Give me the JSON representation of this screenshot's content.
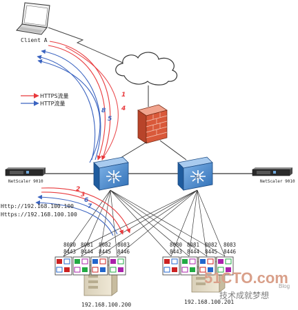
{
  "client": {
    "label": "Client A"
  },
  "legend": {
    "https": {
      "label": "HTTPS流量",
      "color": "#e8393c"
    },
    "http": {
      "label": "HTTP流量",
      "color": "#3a63c0"
    }
  },
  "netscaler": {
    "left_label": "NetScaler 9010",
    "right_label": "NetScaler 9010"
  },
  "urls": {
    "http": "Http://192.168.100.100",
    "https": "Https://192.168.100.100"
  },
  "upper_flow_numbers": [
    "1",
    "4",
    "5",
    "8"
  ],
  "lower_flow_numbers": [
    "2",
    "3",
    "6",
    "7"
  ],
  "servers": [
    {
      "ip": "192.168.100.200",
      "ports": [
        {
          "http": "8080",
          "https": "8443"
        },
        {
          "http": "8081",
          "https": "8444"
        },
        {
          "http": "8082",
          "https": "8445"
        },
        {
          "http": "8083",
          "https": "8446"
        }
      ]
    },
    {
      "ip": "192.168.100.201",
      "ports": [
        {
          "http": "8080",
          "https": "8443"
        },
        {
          "http": "8081",
          "https": "8444"
        },
        {
          "http": "8082",
          "https": "8445"
        },
        {
          "http": "8083",
          "https": "8446"
        }
      ]
    }
  ],
  "watermark": {
    "brand": "51CTO.com",
    "tagline": "技术成就梦想",
    "sub": "Blog"
  }
}
